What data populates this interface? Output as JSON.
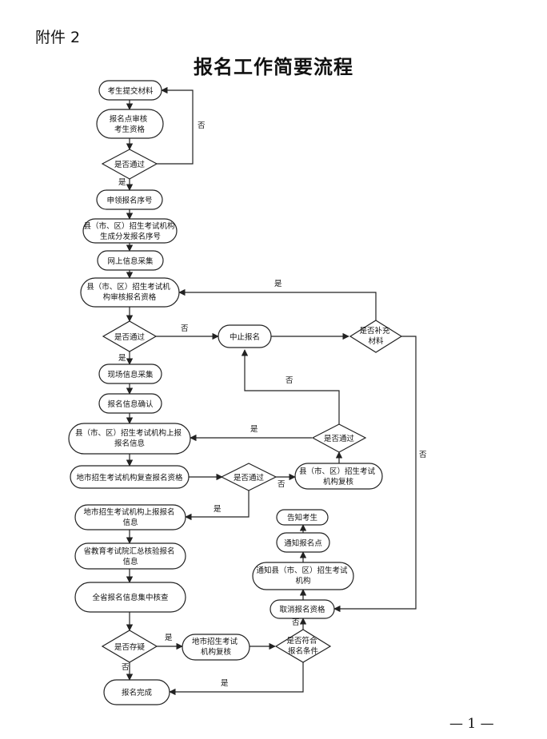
{
  "header": {
    "attachment": "附件 2",
    "title": "报名工作简要流程"
  },
  "footer": {
    "page_number": "— 1 —"
  },
  "nodes": {
    "n1": [
      "考生提交材料"
    ],
    "n2": [
      "报名点审核",
      "考生资格"
    ],
    "d1": [
      "是否通过"
    ],
    "n3": [
      "申领报名序号"
    ],
    "n4": [
      "县（市、区）招生考试机构",
      "生成分发报名序号"
    ],
    "n5": [
      "网上信息采集"
    ],
    "n6": [
      "县（市、区）招生考试机",
      "构审核报名资格"
    ],
    "d2": [
      "是否通过"
    ],
    "n_stop": [
      "中止报名"
    ],
    "d_supp": [
      "是否补充",
      "材料"
    ],
    "n7": [
      "现场信息采集"
    ],
    "n8": [
      "报名信息确认"
    ],
    "n9": [
      "县（市、区）招生考试机构上报",
      "报名信息"
    ],
    "d3": [
      "是否通过"
    ],
    "n10": [
      "地市招生考试机构复查报名资格"
    ],
    "d4": [
      "是否通过"
    ],
    "n11": [
      "县（市、区）招生考试",
      "机构复核"
    ],
    "n12": [
      "地市招生考试机构上报报名",
      "信息"
    ],
    "n13": [
      "省教育考试院汇总核验报名",
      "信息"
    ],
    "n14": [
      "全省报名信息集中核查"
    ],
    "d5": [
      "是否存疑"
    ],
    "n15": [
      "地市招生考试",
      "机构复核"
    ],
    "d6": [
      "是否符合",
      "报名条件"
    ],
    "n16": [
      "报名完成"
    ],
    "n17": [
      "取消报名资格"
    ],
    "n18": [
      "通知县（市、区）招生考试",
      "机构"
    ],
    "n19": [
      "通知报名点"
    ],
    "n20": [
      "告知考生"
    ]
  },
  "edge_labels": {
    "d1_no": "否",
    "d1_yes": "是",
    "supp_yes": "是",
    "d2_no": "否",
    "d2_yes": "是",
    "d3_no": "否",
    "d3_yes": "是",
    "supp_no": "否",
    "d4_no": "否",
    "d4_yes": "是",
    "d5_yes": "是",
    "d5_no": "否",
    "d6_no": "否",
    "d6_yes": "是"
  }
}
